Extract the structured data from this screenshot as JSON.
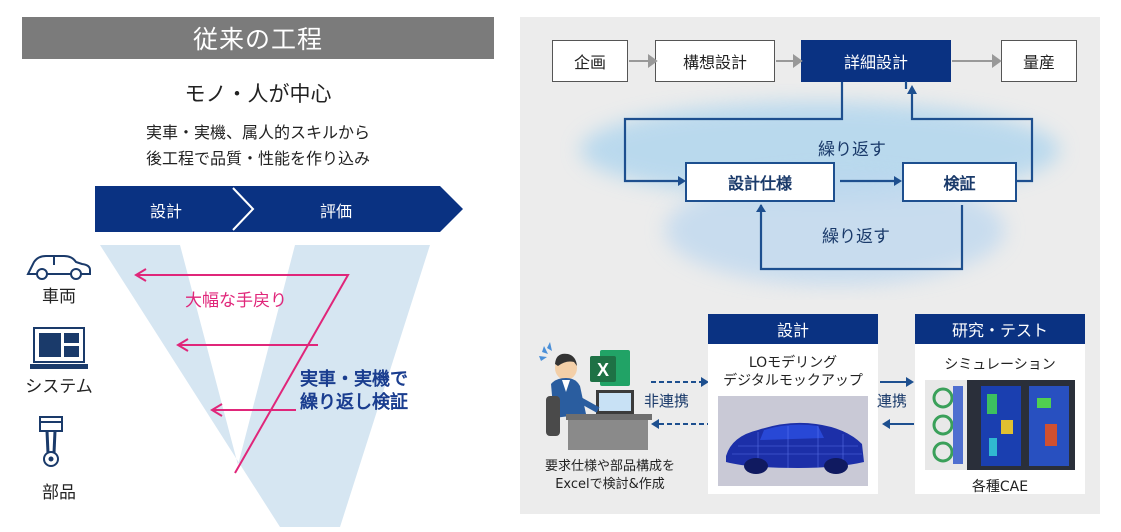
{
  "left": {
    "title": "従来の工程",
    "subtitle": "モノ・人が中心",
    "desc_line1": "実車・実機、属人的スキルから",
    "desc_line2": "後工程で品質・性能を作り込み",
    "arrow_design": "設計",
    "arrow_eval": "評価",
    "pink_label": "大幅な手戻り",
    "v_note_line1": "実車・実機で",
    "v_note_line2": "繰り返し検証",
    "side_items": [
      {
        "label": "車両",
        "icon": "car-icon"
      },
      {
        "label": "システム",
        "icon": "monitor-icon"
      },
      {
        "label": "部品",
        "icon": "piston-icon"
      }
    ]
  },
  "right": {
    "process": [
      "企画",
      "構想設計",
      "詳細設計",
      "量産"
    ],
    "loop_boxes": [
      "設計仕様",
      "検証"
    ],
    "loop_label_top": "繰り返す",
    "loop_label_bottom": "繰り返す",
    "design_card": {
      "header": "設計",
      "line1": "LOモデリング",
      "line2": "デジタルモックアップ"
    },
    "test_card": {
      "header": "研究・テスト",
      "line1": "シミュレーション",
      "caption": "各種CAE"
    },
    "excel_caption_line1": "要求仕様や部品構成を",
    "excel_caption_line2": "Excelで検討&作成",
    "excel_letter": "X",
    "non_link": "非連携",
    "link": "連携"
  },
  "colors": {
    "navy": "#0a3282",
    "pink": "#e0267a",
    "grey_title": "#7b7b7b",
    "panel_bg": "#ececec",
    "v_fill": "#d6e6f2",
    "excel_green": "#1e7145"
  }
}
